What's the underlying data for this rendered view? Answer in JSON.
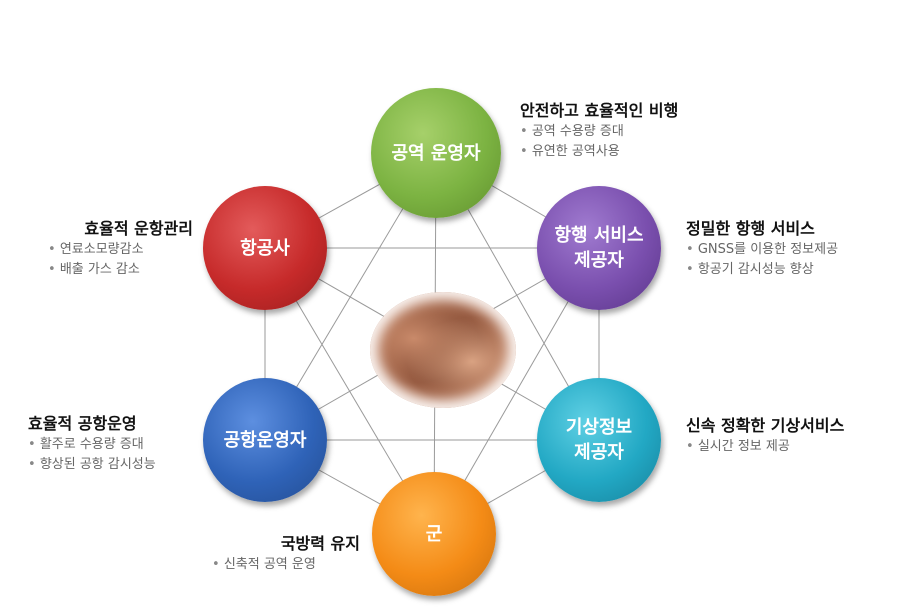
{
  "nodes": {
    "airspace": {
      "label": "공역 운영자",
      "color": "#7cb342"
    },
    "ans": {
      "label": "항행 서비스\n제공자",
      "color": "#7a4fae"
    },
    "airline": {
      "label": "항공사",
      "color": "#c62a2a"
    },
    "airport": {
      "label": "공항운영자",
      "color": "#2f63b8"
    },
    "weather": {
      "label": "기상정보\n제공자",
      "color": "#22a8c4"
    },
    "military": {
      "label": "군",
      "color": "#f48b16"
    }
  },
  "labels": {
    "airspace": {
      "title": "안전하고 효율적인 비행",
      "items": [
        "공역 수용량 증대",
        "유연한 공역사용"
      ]
    },
    "ans": {
      "title": "정밀한 항행 서비스",
      "items": [
        "GNSS를 이용한 정보제공",
        "항공기 감시성능 향상"
      ]
    },
    "airline": {
      "title": "효율적 운항관리",
      "items": [
        "연료소모량감소",
        "배출 가스 감소"
      ]
    },
    "airport": {
      "title": "효율적 공항운영",
      "items": [
        "활주로 수용량 증대",
        "향상된 공항 감시성능"
      ]
    },
    "weather": {
      "title": "신속 정확한 기상서비스",
      "items": [
        "실시간 정보 제공"
      ]
    },
    "military": {
      "title": "국방력 유지",
      "items": [
        "신축적 공역 운영"
      ]
    }
  },
  "center_image": {
    "icon": "joined-hands-image"
  },
  "line_color": "#9a9a9a"
}
